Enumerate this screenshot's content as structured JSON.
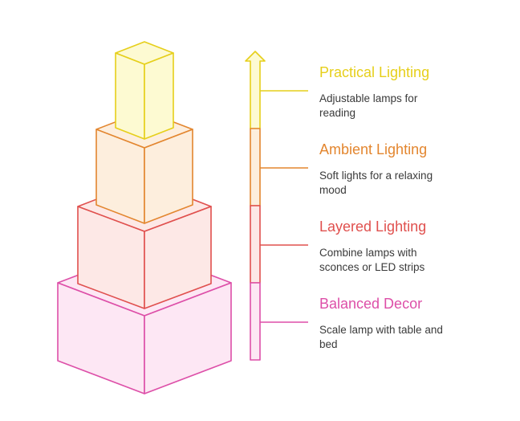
{
  "layers": [
    {
      "title": "Practical Lighting",
      "desc_line1": "Adjustable lamps for",
      "desc_line2": "reading",
      "color": "#e6cf1a",
      "fill": "#fdfad2"
    },
    {
      "title": "Ambient Lighting",
      "desc_line1": "Soft lights for a relaxing",
      "desc_line2": "mood",
      "color": "#e3862f",
      "fill": "#fdeedd"
    },
    {
      "title": "Layered Lighting",
      "desc_line1": "Combine lamps with",
      "desc_line2": "sconces or LED strips",
      "color": "#e0504e",
      "fill": "#fde8e6"
    },
    {
      "title": "Balanced Decor",
      "desc_line1": "Scale lamp with table and",
      "desc_line2": "bed",
      "color": "#dd4fa8",
      "fill": "#fde7f4"
    }
  ]
}
